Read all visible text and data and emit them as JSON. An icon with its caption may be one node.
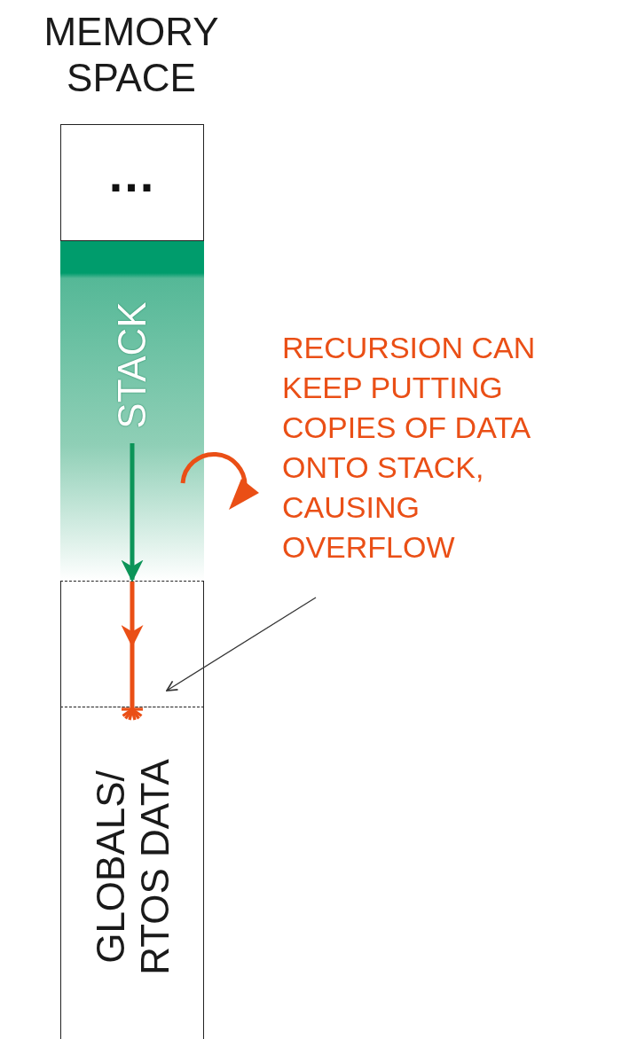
{
  "diagram": {
    "title": "MEMORY SPACE",
    "nodes": [
      {
        "text": [
          "..."
        ]
      },
      {
        "text": [
          "STACK"
        ]
      },
      {
        "text": [],
        "shape": "box"
      },
      {
        "text": [
          "GLOBALS/ RTOS DATA"
        ]
      },
      {
        "text": [
          "RECURSION CAN KEEP PUTTING COPIES OF DATA ONTO STACK, CAUSING OVERFLOW"
        ]
      }
    ],
    "edges": [
      {
        "from": 1,
        "to": 2,
        "arrow": "to",
        "color": "#0c9458"
      },
      {
        "from": 2,
        "to": 3,
        "arrow": "other",
        "color": "#ea4f16"
      },
      {
        "from": 4,
        "to": 2,
        "arrow": "to",
        "color": "#333333"
      }
    ]
  }
}
